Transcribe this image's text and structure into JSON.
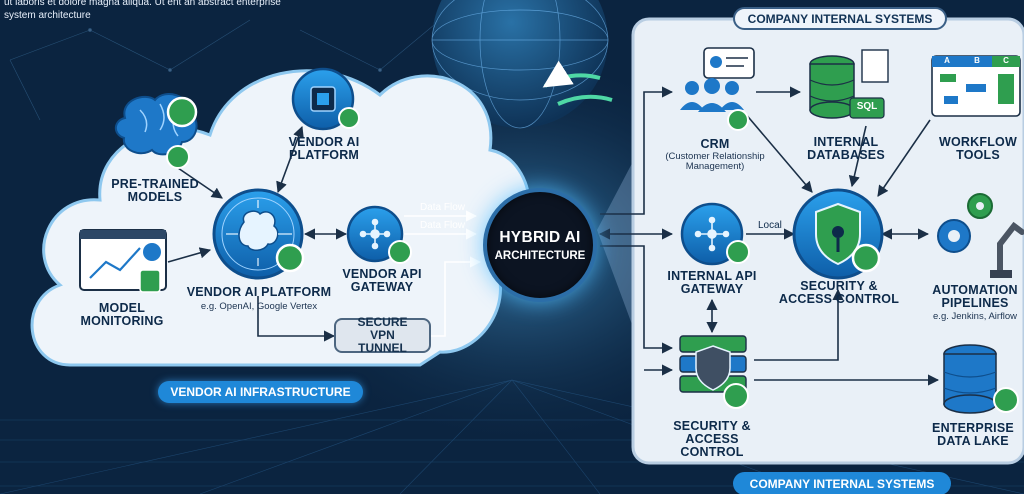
{
  "intro_text": "ut laboris et dolore magna aliqua. Ut ent an abstract enterprise system architecture",
  "hub": {
    "title": "HYBRID AI",
    "subtitle": "ARCHITECTURE"
  },
  "vendor": {
    "badge": "VENDOR AI INFRASTRUCTURE",
    "pretrained_models": "PRE-TRAINED MODELS",
    "vendor_ai_platform_top": "VENDOR AI PLATFORM",
    "vendor_ai_platform_main": "VENDOR AI PLATFORM",
    "vendor_ai_platform_sub": "e.g. OpenAI, Google Vertex",
    "vendor_api_gateway": "VENDOR API GATEWAY",
    "model_monitoring": "MODEL MONITORING",
    "secure_vpn_tunnel": "SECURE VPN TUNNEL"
  },
  "flows": {
    "data_flow_1": "Data Flow",
    "data_flow_2": "Data Flow",
    "local": "Local"
  },
  "company": {
    "badge_top": "COMPANY INTERNAL SYSTEMS",
    "badge_bottom": "COMPANY INTERNAL SYSTEMS",
    "crm": "CRM",
    "crm_sub": "(Customer Relationship Management)",
    "internal_databases": "INTERNAL DATABASES",
    "sql_tag": "SQL",
    "workflow_tools": "WORKFLOW TOOLS",
    "sheet_headers": [
      "A",
      "B",
      "C"
    ],
    "internal_api_gateway": "INTERNAL API GATEWAY",
    "security_access_control_main": "SECURITY & ACCESS CONTROL",
    "automation_pipelines": "AUTOMATION PIPELINES",
    "automation_sub": "e.g. Jenkins, Airflow",
    "security_access_control_bottom": "SECURITY & ACCESS CONTROL",
    "enterprise_data_lake": "ENTERPRISE DATA LAKE"
  },
  "colors": {
    "accent_blue": "#1f88d8",
    "green": "#2f9e4f",
    "navy": "#0d2a4a",
    "background": "#0b2440"
  }
}
